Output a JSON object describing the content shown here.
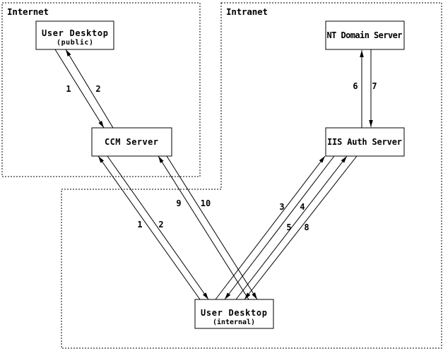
{
  "diagram": {
    "background_color": "#ffffff",
    "ink_color": "#000000",
    "zones": {
      "internet": {
        "label": "Internet"
      },
      "intranet": {
        "label": "Intranet"
      }
    },
    "nodes": {
      "user_desktop_public": {
        "title": "User Desktop",
        "subtitle": "(public)"
      },
      "ccm_server": {
        "title": "CCM Server"
      },
      "nt_domain_server": {
        "title": "NT Domain Server"
      },
      "iis_auth_server": {
        "title": "IIS Auth Server"
      },
      "user_desktop_internal": {
        "title": "User Desktop",
        "subtitle": "(internal)"
      }
    },
    "steps": {
      "public_desktop_to_ccm": "1",
      "ccm_to_public_desktop": "2",
      "internal_desktop_to_ccm": "1",
      "ccm_to_internal_desktop": "2",
      "internal_desktop_to_iis": "3",
      "iis_challenge_to_desktop": "4",
      "desktop_credentials_to_iis": "5",
      "iis_to_nt_domain": "6",
      "nt_domain_to_iis": "7",
      "iis_token_to_desktop": "8",
      "internal_desktop_to_ccm_authed": "9",
      "ccm_content_to_desktop": "10"
    }
  }
}
